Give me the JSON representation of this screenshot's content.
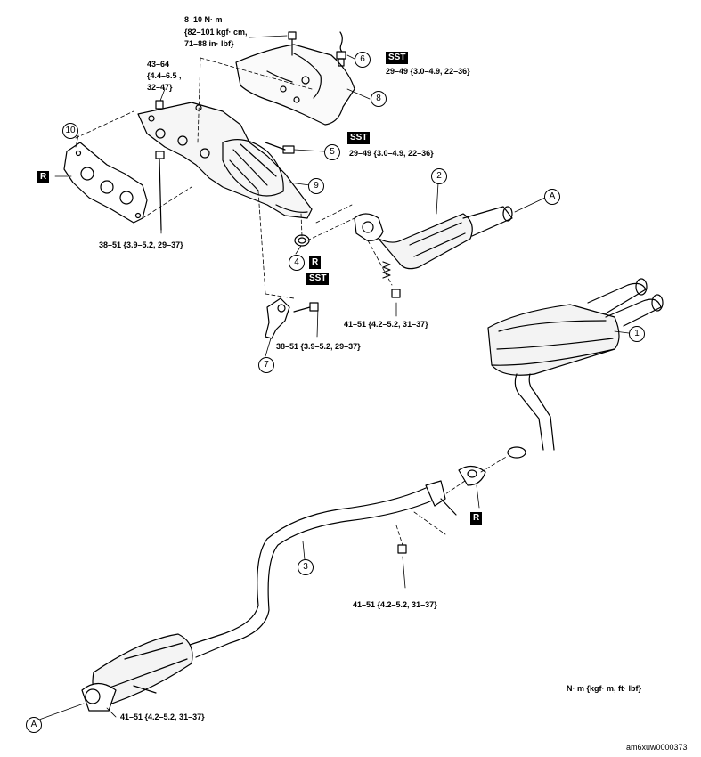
{
  "callouts": {
    "c1": "1",
    "c2": "2",
    "c3": "3",
    "c4": "4",
    "c5": "5",
    "c6": "6",
    "c7": "7",
    "c8": "8",
    "c9": "9",
    "c10": "10",
    "a_top": "A",
    "a_bottom": "A"
  },
  "tags": {
    "sst_top": "SST",
    "sst_mid": "SST",
    "sst_gasket": "SST",
    "r_left": "R",
    "r_gasket": "R",
    "r_rear": "R"
  },
  "torques": {
    "t_top_l1": "8–10  N· m",
    "t_top_l2": "{82–101  kgf· cm,",
    "t_top_l3": "71–88  in· lbf}",
    "t_mani_l1": "43–64",
    "t_mani_l2": "{4.4–6.5 ,",
    "t_mani_l3": "32–47}",
    "t_sensor6": "29–49  {3.0–4.9,  22–36}",
    "t_sensor5": "29–49  {3.0–4.9,  22–36}",
    "t_bolt_left": "38–51  {3.9–5.2,  29–37}",
    "t_nut_cat": "41–51  {4.2–5.2,  31–37}",
    "t_bracket": "38–51  {3.9–5.2,  29–37}",
    "t_nut_mid": "41–51  {4.2–5.2,  31–37}",
    "t_nut_front": "41–51  {4.2–5.2,  31–37}"
  },
  "units_legend": "N· m  {kgf· m,  ft· lbf}",
  "figure_code": "am6xuw0000373"
}
